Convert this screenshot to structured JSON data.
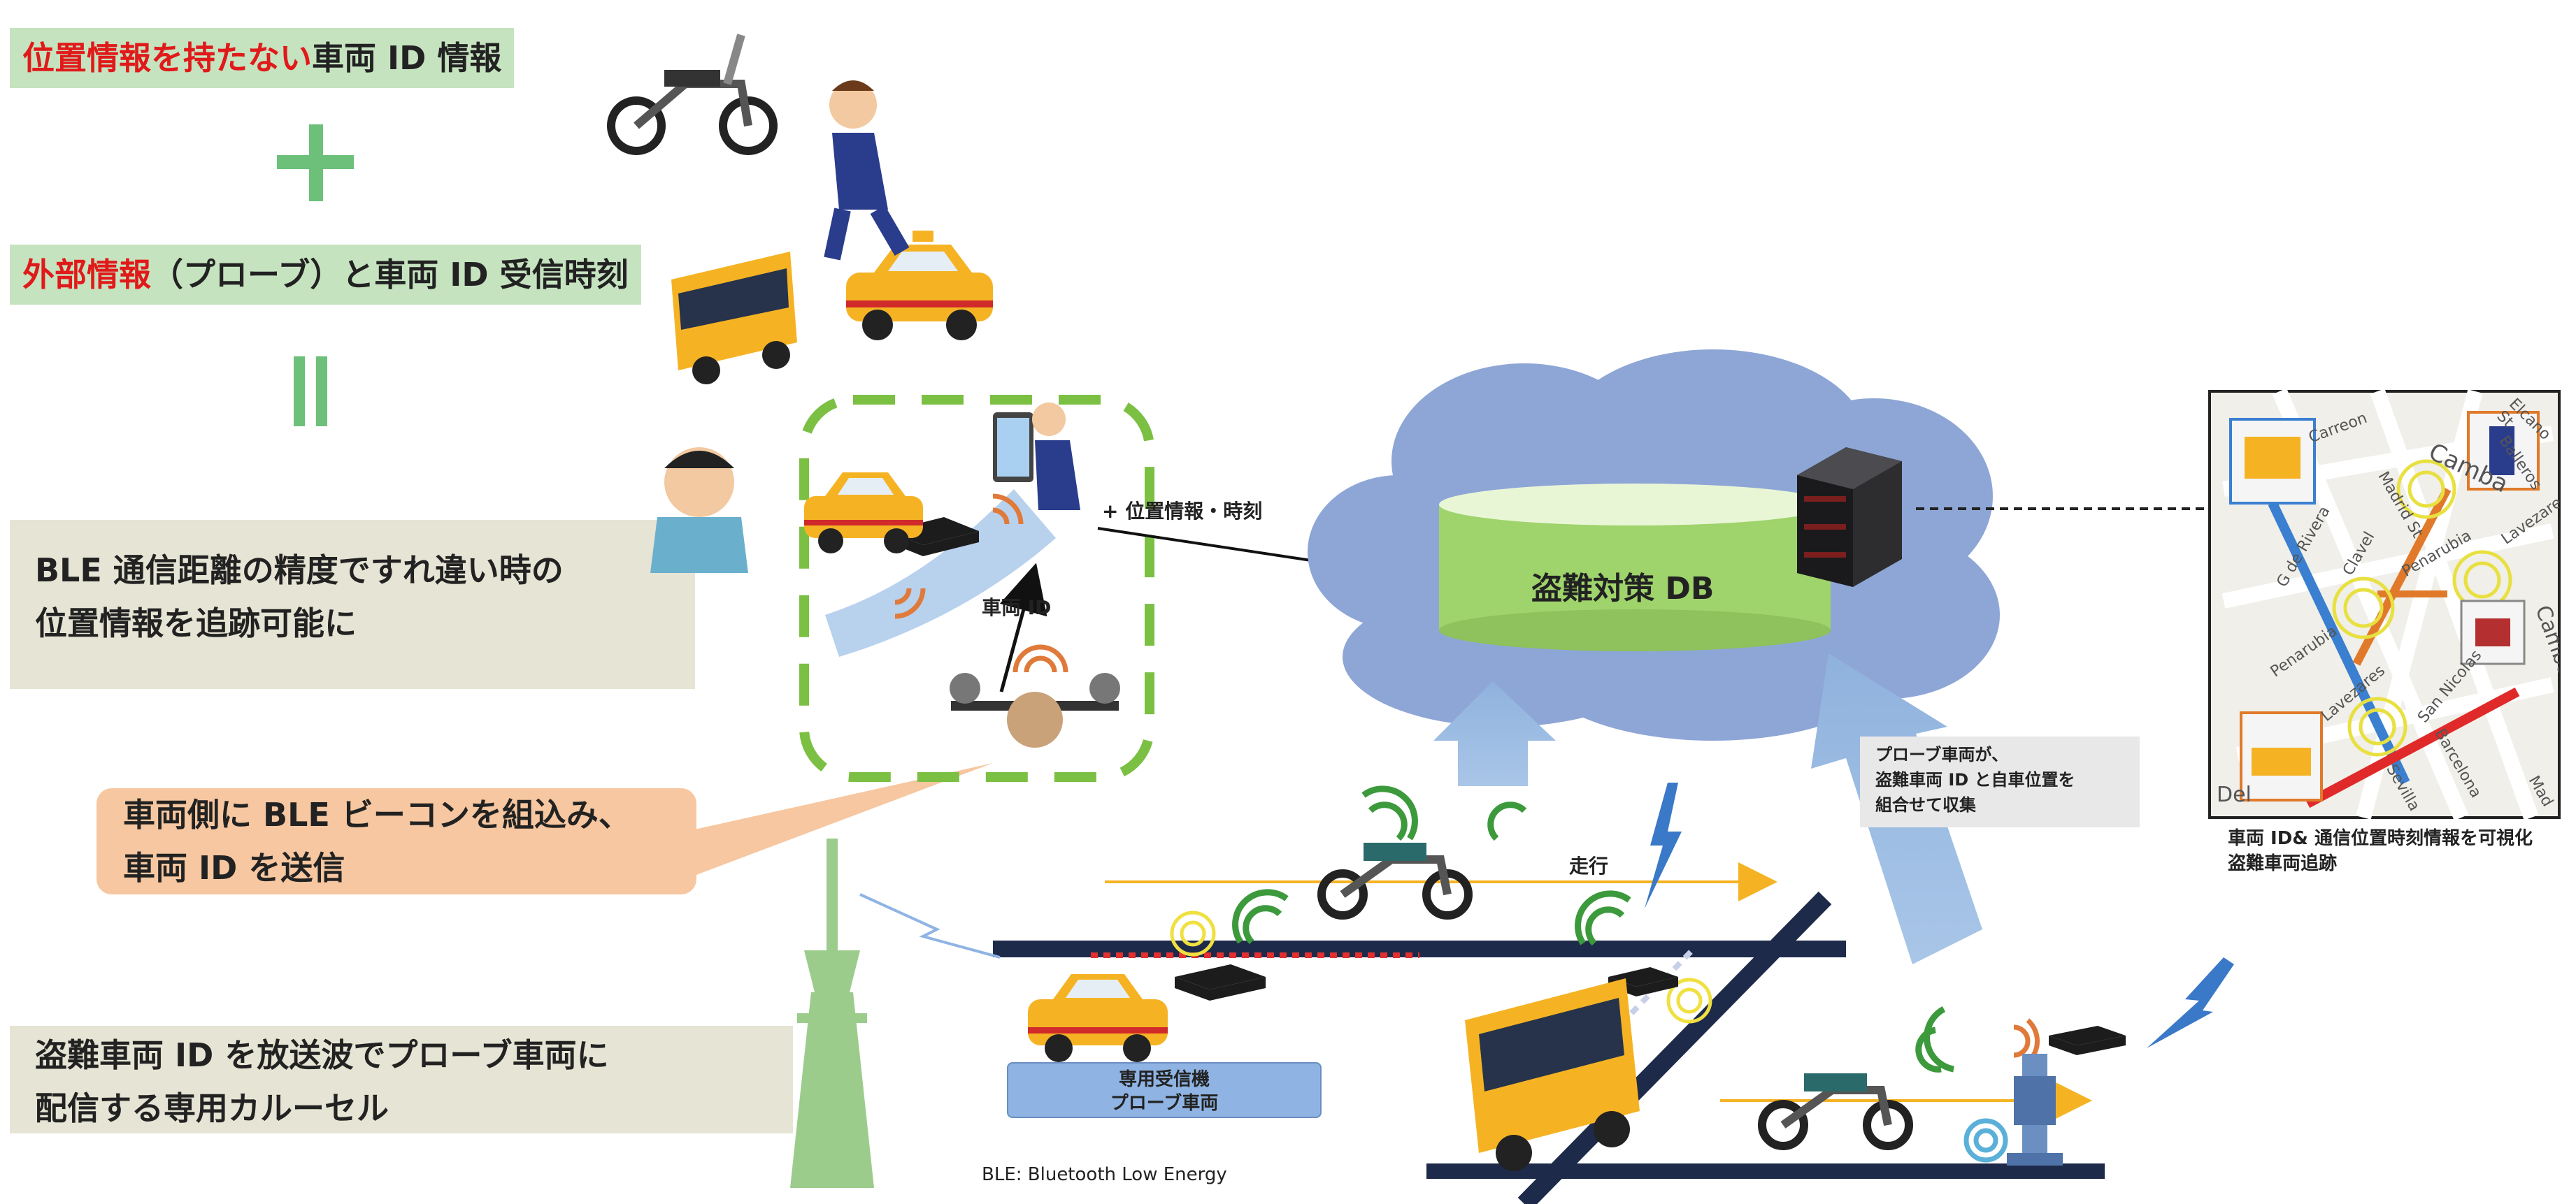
{
  "left_panel": {
    "line1_red": "位置情報を持たない",
    "line1_black": "車両 ID 情報",
    "plus_sign": "+",
    "line2_red": "外部情報",
    "line2_black": "（プローブ）と車両 ID 受信時刻",
    "equals_sign": "II",
    "feature_box": [
      "BLE 通信距離の精度ですれ違い時の",
      "位置情報を追跡可能に"
    ],
    "carousel_box": [
      "盗難車両 ID を放送波でプローブ車両に",
      "配信する専用カルーセル"
    ]
  },
  "callout": [
    "車両側に BLE ビーコンを組込み、",
    "車両 ID を送信"
  ],
  "center": {
    "vehicle_id_label": "車両 ID",
    "plus_location_time": "+ 位置情報・時刻",
    "db_label": "盗難対策 DB",
    "receiver_box": [
      "専用受信機",
      "プローブ車両"
    ],
    "running_label": "走行",
    "ble_footnote": "BLE: Bluetooth Low Energy"
  },
  "probe_note": [
    "プローブ車両が、",
    "盗難車両 ID と自車位置を",
    "組合せて収集"
  ],
  "map": {
    "street_labels": [
      "Carreon",
      "Elcano St",
      "Balleros",
      "Lavezares",
      "Madrid St",
      "G de Rivera",
      "Clavel",
      "Penarubia",
      "Camba",
      "Penarubia",
      "Lavezares",
      "San Nicolas",
      "Barcelona",
      "Sevilla",
      "Camba",
      "Del",
      "Mad"
    ],
    "caption": [
      "車両 ID& 通信位置時刻情報を可視化",
      "盗難車両追跡"
    ]
  },
  "colors": {
    "green_band": "#c6e3c0",
    "red_text": "#e01a1a",
    "beige_box": "#e6e4d4",
    "callout": "#f6c7a0",
    "cloud": "#8ea6d6",
    "db_cylinder": "#9fd36b",
    "receiver_box": "#8fb4e3",
    "road": "#1e2a4a",
    "dashed_frame": "#7bc043"
  }
}
